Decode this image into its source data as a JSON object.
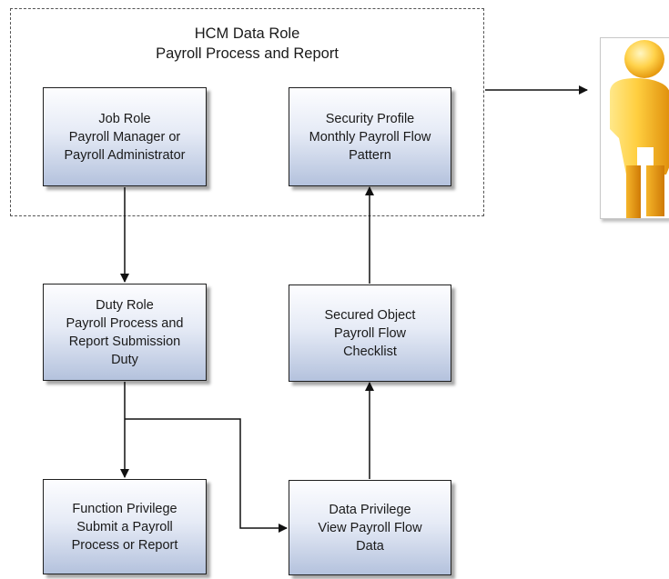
{
  "colors": {
    "node_top": "#fdfdff",
    "node_bottom": "#b4c2dd",
    "border": "#1f1f1f",
    "dashed_border": "#555555",
    "person_light": "#ffe27a",
    "person_dark": "#e69a10"
  },
  "group": {
    "title_line1": "HCM Data Role",
    "title_line2": "Payroll Process and Report"
  },
  "nodes": {
    "job_role": {
      "line1": "Job Role",
      "line2": "Payroll Manager or",
      "line3": "Payroll Administrator"
    },
    "security_profile": {
      "line1": "Security Profile",
      "line2": "Monthly Payroll Flow",
      "line3": "Pattern"
    },
    "duty_role": {
      "line1": "Duty Role",
      "line2": "Payroll Process and",
      "line3": "Report Submission",
      "line4": "Duty"
    },
    "secured_object": {
      "line1": "Secured Object",
      "line2": "Payroll Flow",
      "line3": "Checklist"
    },
    "function_privilege": {
      "line1": "Function Privilege",
      "line2": "Submit a Payroll",
      "line3": "Process or Report"
    },
    "data_privilege": {
      "line1": "Data Privilege",
      "line2": "View Payroll Flow",
      "line3": "Data"
    }
  },
  "icons": {
    "user": "person-icon"
  }
}
